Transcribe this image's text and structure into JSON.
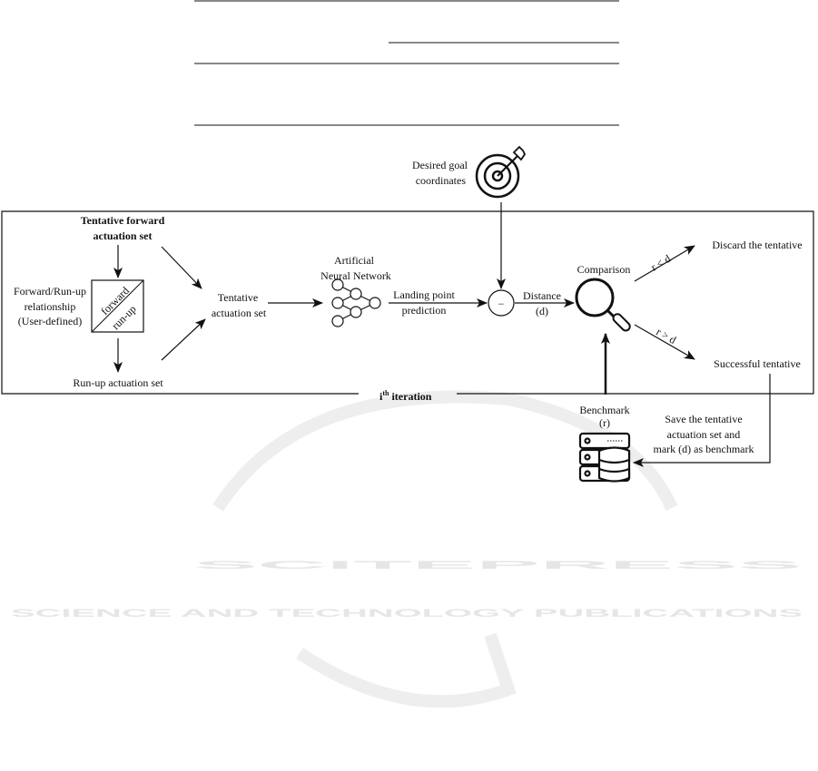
{
  "watermark": {
    "title": "SCITEPRESS",
    "subtitle": "SCIENCE AND TECHNOLOGY PUBLICATIONS"
  },
  "diagram": {
    "tentative_forward": [
      "Tentative forward",
      "actuation set"
    ],
    "relationship": [
      "Forward/Run-up",
      "relationship",
      "(User-defined)"
    ],
    "box_forward": "forward",
    "box_runup": "run-up",
    "runup_set": "Run-up actuation set",
    "tentative_set": [
      "Tentative",
      "actuation set"
    ],
    "ann": [
      "Artificial",
      "Neural Network"
    ],
    "landing": [
      "Landing point",
      "prediction"
    ],
    "goal": [
      "Desired goal",
      "coordinates"
    ],
    "minus": "−",
    "distance": [
      "Distance",
      "(d)"
    ],
    "comparison": "Comparison",
    "r_lt_d": "r < d",
    "r_gt_d": "r > d",
    "discard": "Discard the tentative",
    "successful": "Successful tentative",
    "save": [
      "Save the tentative",
      "actuation set and",
      "mark (d) as benchmark"
    ],
    "benchmark": [
      "Benchmark",
      "(r)"
    ],
    "iteration_i": "i",
    "iteration_sup": "th",
    "iteration_rest": " iteration"
  }
}
